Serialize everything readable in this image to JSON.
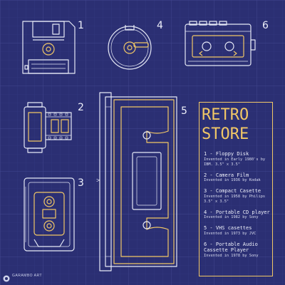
{
  "title": "RETRO\nSTORE",
  "numbers": [
    "1",
    "2",
    "3",
    "4",
    "5",
    "6"
  ],
  "items": [
    {
      "name": "1 - Floppy Disk",
      "desc": "Invented in Early 1980's by IBM. 3.5\" x 3.5\""
    },
    {
      "name": "2 - Camera Film",
      "desc": "Invented in 1936 by Kodak"
    },
    {
      "name": "3 - Compact Casette",
      "desc": "Invented in 1958 by Philips 3.5\" x 3.5\""
    },
    {
      "name": "4 - Portable CD player",
      "desc": "Invented in 1982 by Sony"
    },
    {
      "name": "5 - VHS casettes",
      "desc": "Invented in 1973 by JVC"
    },
    {
      "name": "6 - Portable Audio Cassette Player",
      "desc": "Invented in 1978 by Sony"
    }
  ],
  "brand": "GARAMBO ART",
  "colors": {
    "background": "#2b2f73",
    "grid": "#3c418a",
    "line": "#e6e9f6",
    "accent": "#f1c766"
  },
  "icons": [
    "floppy-disk-icon",
    "cd-player-icon",
    "cassette-player-icon",
    "camera-film-icon",
    "compact-cassette-icon",
    "vhs-cassette-icon",
    "brand-logo-icon"
  ]
}
